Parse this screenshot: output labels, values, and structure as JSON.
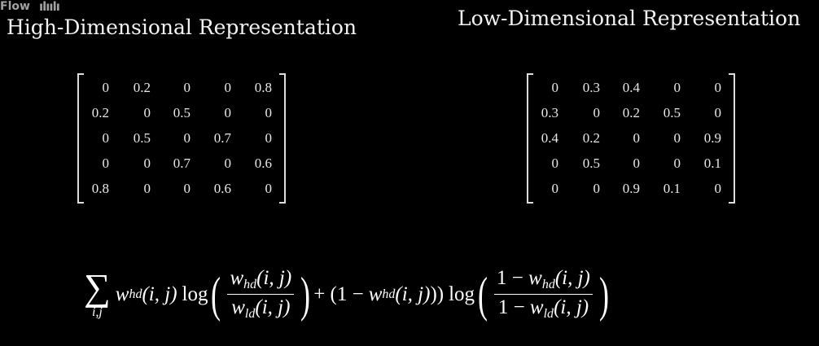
{
  "watermark": {
    "text": "Flow",
    "logo": "bilibili"
  },
  "titles": {
    "left": "High-Dimensional Representation",
    "right": "Low-Dimensional Representation"
  },
  "high_dim_matrix": [
    [
      "0",
      "0.2",
      "0",
      "0",
      "0.8"
    ],
    [
      "0.2",
      "0",
      "0.5",
      "0",
      "0"
    ],
    [
      "0",
      "0.5",
      "0",
      "0.7",
      "0"
    ],
    [
      "0",
      "0",
      "0.7",
      "0",
      "0.6"
    ],
    [
      "0.8",
      "0",
      "0",
      "0.6",
      "0"
    ]
  ],
  "low_dim_matrix": [
    [
      "0",
      "0.3",
      "0.4",
      "0",
      "0"
    ],
    [
      "0.3",
      "0",
      "0.2",
      "0.5",
      "0"
    ],
    [
      "0.4",
      "0.2",
      "0",
      "0",
      "0.9"
    ],
    [
      "0",
      "0.5",
      "0",
      "0",
      "0.1"
    ],
    [
      "0",
      "0",
      "0.9",
      "0.1",
      "0"
    ]
  ],
  "formula": {
    "sum": "∑",
    "sum_sub": "i,j",
    "w": "w",
    "hd": "hd",
    "ld": "ld",
    "args": "(i, j)",
    "log": "log",
    "plus": "+ (1 −",
    "close": ")) ",
    "one_minus": "1 −"
  }
}
